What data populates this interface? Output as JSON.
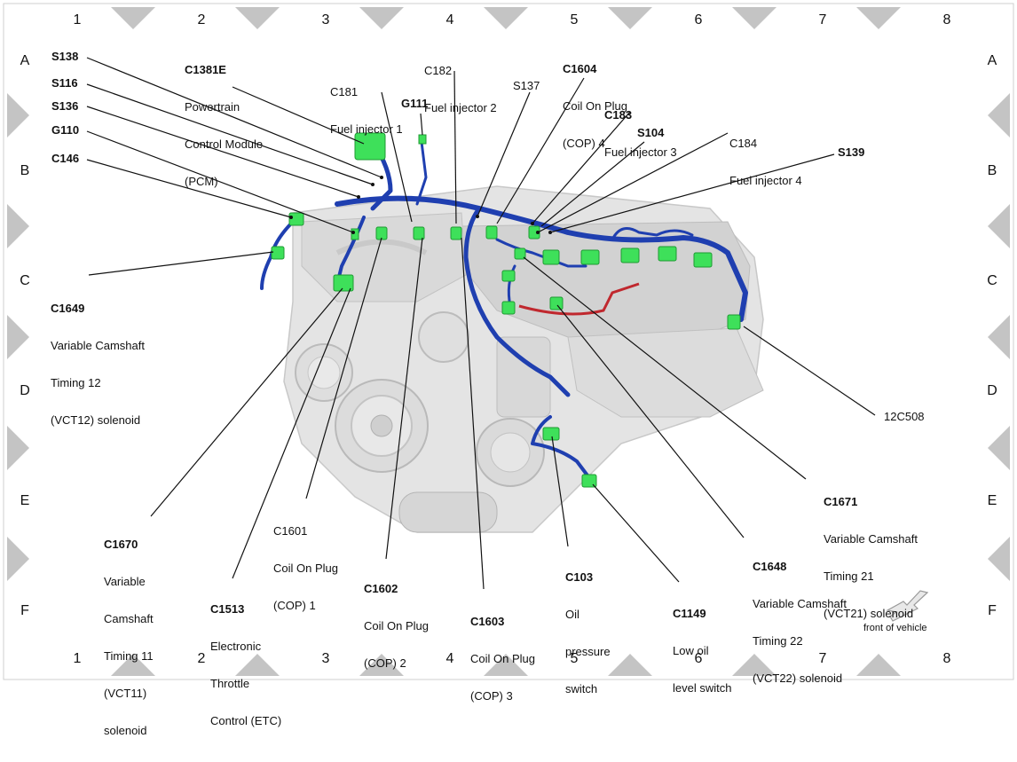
{
  "grid": {
    "columns": [
      "1",
      "2",
      "3",
      "4",
      "5",
      "6",
      "7",
      "8"
    ],
    "rows": [
      "A",
      "B",
      "C",
      "D",
      "E",
      "F"
    ]
  },
  "labels": {
    "s138": {
      "code": "S138",
      "lines": []
    },
    "s116": {
      "code": "S116",
      "lines": []
    },
    "s136": {
      "code": "S136",
      "lines": []
    },
    "g110": {
      "code": "G110",
      "lines": []
    },
    "c146": {
      "code": "C146",
      "lines": []
    },
    "c1381e": {
      "code": "C1381E",
      "lines": [
        "Powertrain",
        "Control Module",
        "(PCM)"
      ]
    },
    "c181": {
      "code": "C181",
      "lines": [
        "Fuel injector 1"
      ]
    },
    "g111": {
      "code": "G111",
      "lines": []
    },
    "c182": {
      "code": "C182",
      "lines": [
        "Fuel injector 2"
      ]
    },
    "s137": {
      "code": "S137",
      "lines": []
    },
    "c1604": {
      "code": "C1604",
      "lines": [
        "Coil On Plug",
        "(COP) 4"
      ]
    },
    "c183": {
      "code": "C183",
      "lines": [
        "Fuel injector 3"
      ]
    },
    "s104": {
      "code": "S104",
      "lines": []
    },
    "c184": {
      "code": "C184",
      "lines": [
        "Fuel injector 4"
      ]
    },
    "s139": {
      "code": "S139",
      "lines": []
    },
    "c1649": {
      "code": "C1649",
      "lines": [
        "Variable Camshaft",
        "Timing 12",
        "(VCT12) solenoid"
      ]
    },
    "c12c508": {
      "code": "12C508",
      "lines": []
    },
    "c1671": {
      "code": "C1671",
      "lines": [
        "Variable Camshaft",
        "Timing 21",
        "(VCT21) solenoid"
      ]
    },
    "c1670": {
      "code": "C1670",
      "lines": [
        "Variable",
        "Camshaft",
        "Timing 11",
        "(VCT11)",
        "solenoid"
      ]
    },
    "c1601": {
      "code": "C1601",
      "lines": [
        "Coil On Plug",
        "(COP) 1"
      ]
    },
    "c1513": {
      "code": "C1513",
      "lines": [
        "Electronic",
        "Throttle",
        "Control (ETC)"
      ]
    },
    "c1602": {
      "code": "C1602",
      "lines": [
        "Coil On Plug",
        "(COP) 2"
      ]
    },
    "c1603": {
      "code": "C1603",
      "lines": [
        "Coil On Plug",
        "(COP) 3"
      ]
    },
    "c103": {
      "code": "C103",
      "lines": [
        "Oil",
        "pressure",
        "switch"
      ]
    },
    "c1648": {
      "code": "C1648",
      "lines": [
        "Variable Camshaft",
        "Timing 22",
        "(VCT22) solenoid"
      ]
    },
    "c1149": {
      "code": "C1149",
      "lines": [
        "Low oil",
        "level switch"
      ]
    }
  },
  "front_label": "front of vehicle",
  "colors": {
    "harness": "#1f3fb0",
    "connector": "#3ee05a",
    "engine": "#d7d7d7",
    "grid_marker": "#bfbfbf",
    "red_wire": "#c0282e"
  }
}
